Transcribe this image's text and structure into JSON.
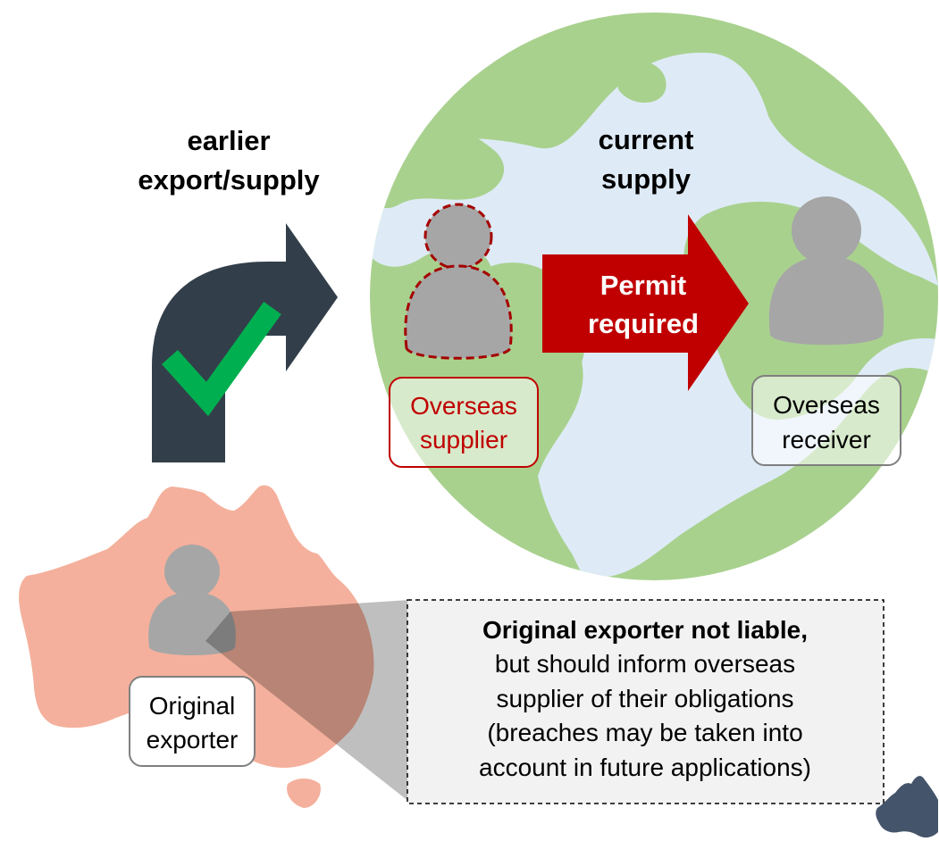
{
  "labels": {
    "earlier_line1": "earlier",
    "earlier_line2": "export/supply",
    "current_line1": "current",
    "current_line2": "supply",
    "permit_line1": "Permit",
    "permit_line2": "required"
  },
  "actors": {
    "overseas_supplier": {
      "line1": "Overseas",
      "line2": "supplier"
    },
    "overseas_receiver": {
      "line1": "Overseas",
      "line2": "receiver"
    },
    "original_exporter": {
      "line1": "Original",
      "line2": "exporter"
    }
  },
  "note": {
    "title": "Original exporter not liable,",
    "lines": [
      "but should inform overseas",
      "supplier of their obligations",
      "(breaches may be taken into",
      "account in  future applications)"
    ]
  },
  "colors": {
    "globe_land": "#a9d18e",
    "globe_water": "#deebf7",
    "arrow_dark": "#323f4a",
    "check_green": "#00b050",
    "permit_red": "#c00000",
    "australia": "#f4b09c",
    "person_grey": "#a6a6a6"
  },
  "icons": {
    "checkmark": "checkmark-icon",
    "turn_arrow": "turn-right-arrow-icon",
    "permit_arrow": "right-arrow-icon",
    "australia_logo": "australia-map-icon"
  }
}
